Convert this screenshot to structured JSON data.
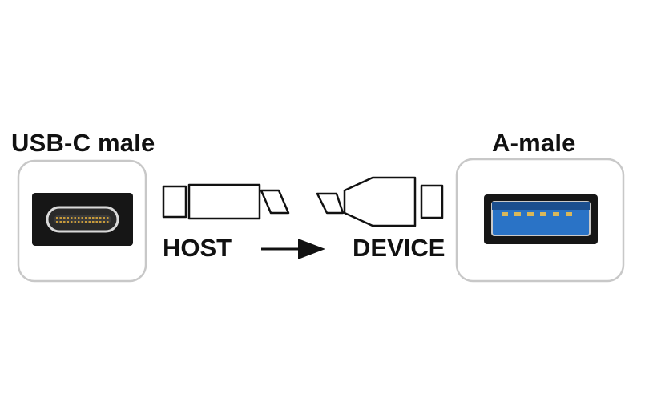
{
  "labels": {
    "left_connector": "USB-C male",
    "right_connector": "A-male",
    "host": "HOST",
    "device": "DEVICE"
  },
  "colors": {
    "ink": "#111111",
    "box_border": "#c8c8c8",
    "connector_body": "#161616",
    "usb_c_pins": "#c79a3a",
    "usb_a_blue": "#2a73c6"
  },
  "icons": {
    "left_plug": "usb-c-plug-icon",
    "right_plug": "usb-a-plug-icon",
    "host_connector": "usb-c-connector-outline-icon",
    "device_connector": "usb-a-connector-outline-icon",
    "direction": "arrow-right-icon"
  }
}
